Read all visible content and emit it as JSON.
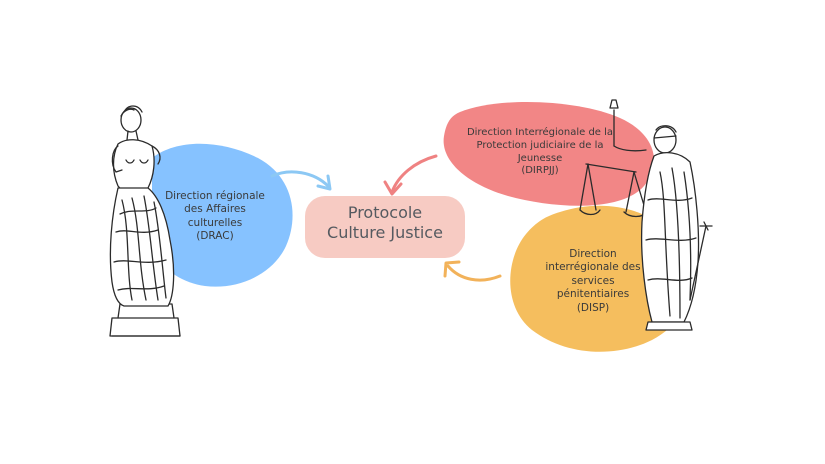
{
  "colors": {
    "drac": "#7fbfff",
    "dirpjj": "#f17f7f",
    "disp": "#f4ba55",
    "center": "#f6c5bd",
    "arrow_blue": "#8cc8f4",
    "arrow_red": "#ef8282",
    "arrow_orange": "#f2b25a"
  },
  "center": {
    "line1": "Protocole",
    "line2": "Culture Justice"
  },
  "drac": {
    "line1": "Direction régionale",
    "line2": "des Affaires",
    "line3": "culturelles",
    "line4": "(DRAC)"
  },
  "dirpjj": {
    "line1": "Direction Interrégionale de la",
    "line2": "Protection judiciaire de la",
    "line3": "Jeunesse",
    "line4": "(DIRPJJ)"
  },
  "disp": {
    "line1": "Direction",
    "line2": "interrégionale des",
    "line3": "services",
    "line4": "pénitentiaires",
    "line5": "(DISP)"
  },
  "illustrations": {
    "left": "venus-de-milo-statue-icon",
    "right": "lady-justice-statue-icon"
  }
}
